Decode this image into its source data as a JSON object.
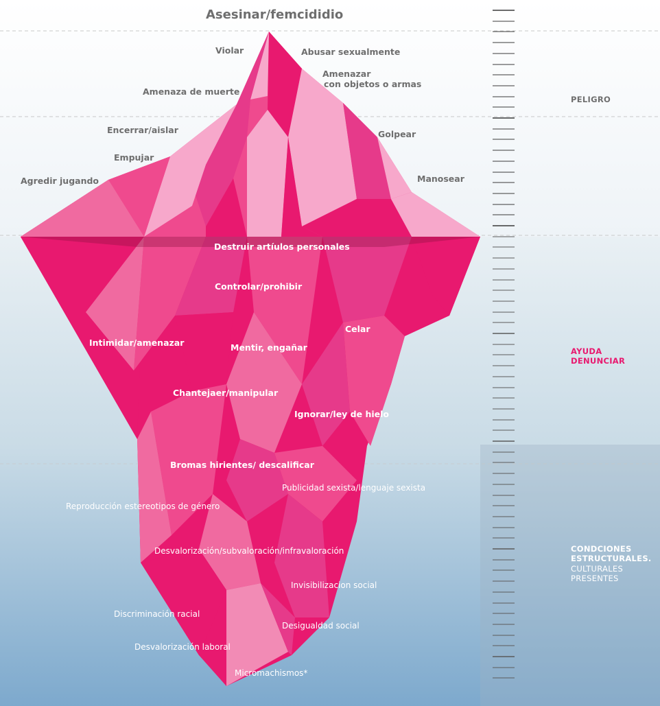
{
  "title": "Asesinar/femcididio",
  "labels_above": {
    "violar": "Violar",
    "abusar": "Abusar sexualmente",
    "amenazar_armas_1": "Amenazar",
    "amenazar_armas_2": "con objetos o armas",
    "amenaza_muerte": "Amenaza de muerte",
    "encerrar": "Encerrar/aislar",
    "golpear": "Golpear",
    "empujar": "Empujar",
    "agredir": "Agredir jugando",
    "manosear": "Manosear"
  },
  "labels_middle": {
    "destruir": "Destruir artíulos personales",
    "controlar": "Controlar/prohibir",
    "celar": "Celar",
    "intimidar": "Intimidar/amenazar",
    "mentir": "Mentir, engañar",
    "chantajear": "Chantejaer/manipular",
    "ignorar": "Ignorar/ley de hielo",
    "bromas": "Bromas hirientes/ descalificar"
  },
  "labels_deep": {
    "publicidad": "Publicidad sexista/lenguaje sexista",
    "estereotipos": "Reproducción estereotipos de género",
    "desvalorizacion": "Desvalorización/subvaloración/infravaloración",
    "invisibilizacion": "Invisibilizacion social",
    "discriminacion": "Discriminación racial",
    "desigualdad": "Desigualdad social",
    "laboral": "Desvalorización laboral",
    "micromachismos": "Micromachismos*"
  },
  "zones": {
    "peligro": "PELIGRO",
    "ayuda_1": "AYUDA",
    "ayuda_2": "DENUNCIAR",
    "cond_1": "CONDCIONES",
    "cond_2": "ESTRUCTURALES.",
    "cond_3": "CULTURALES",
    "cond_4": "PRESENTES"
  },
  "colors": {
    "pink_main": "#e8196f",
    "pink_mid": "#ef4a8e",
    "pink_light": "#f7a8cb",
    "pink_accent": "#e63a8a",
    "sky": "#ffffff",
    "water_top": "#e6eef3",
    "water_bottom": "#7aa8cc",
    "gray_text": "#6e6e6e"
  }
}
